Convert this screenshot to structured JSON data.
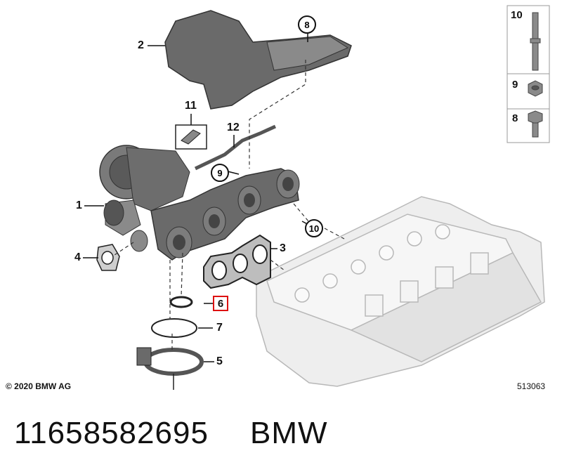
{
  "callouts": {
    "c1": "1",
    "c2": "2",
    "c3": "3",
    "c4": "4",
    "c5": "5",
    "c6": "6",
    "c7": "7",
    "c8": "8",
    "c9": "9",
    "c10": "10",
    "c11": "11",
    "c12": "12"
  },
  "legend": {
    "item10": "10",
    "item9": "9",
    "item8": "8"
  },
  "footer": {
    "copyright": "© 2020 BMW AG",
    "diagram_number": "513063"
  },
  "caption": {
    "part_number": "11658582695",
    "brand": "BMW"
  },
  "colors": {
    "highlight": "#d11111",
    "line": "#111111",
    "part_gray": "#6e6e6e",
    "head_gray": "#e6e6e6"
  }
}
